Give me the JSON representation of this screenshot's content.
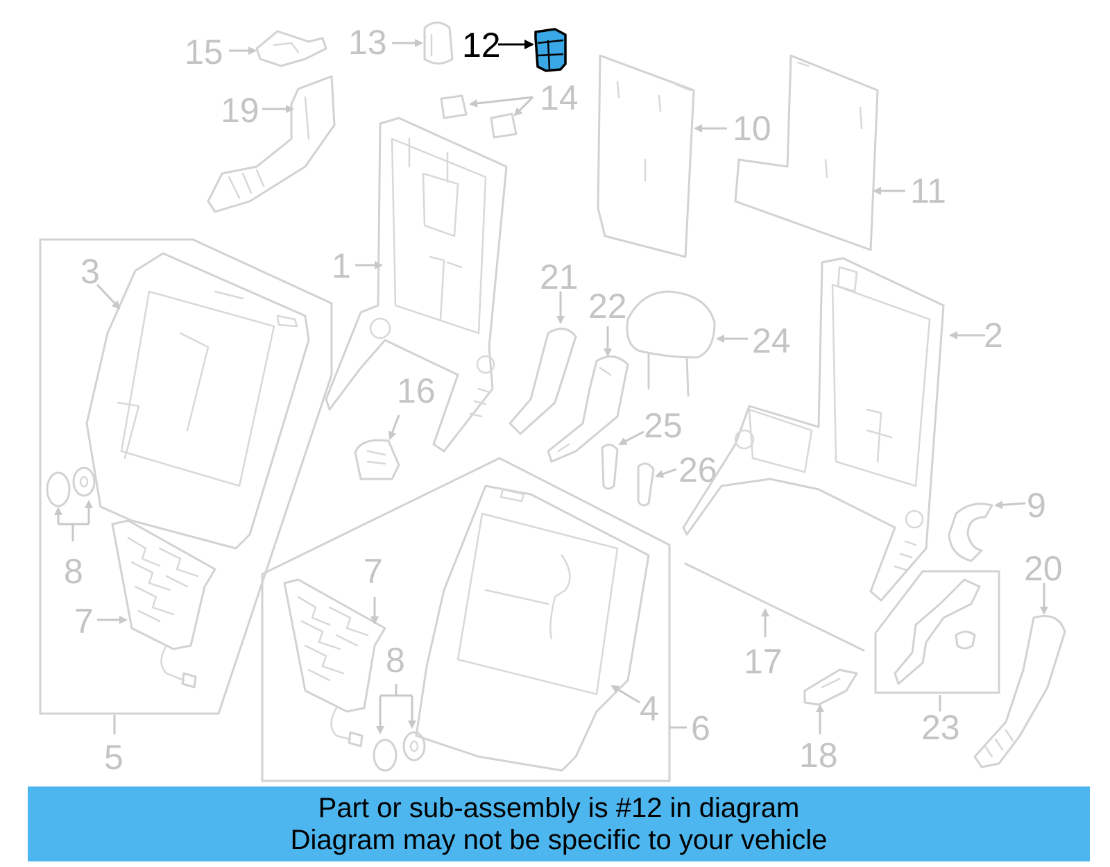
{
  "diagram": {
    "highlight_color": "#3aa8e6",
    "callouts": {
      "c1": "1",
      "c2": "2",
      "c3": "3",
      "c4": "4",
      "c5": "5",
      "c6": "6",
      "c7a": "7",
      "c7b": "7",
      "c8a": "8",
      "c8b": "8",
      "c9": "9",
      "c10": "10",
      "c11": "11",
      "c12": "12",
      "c13": "13",
      "c14": "14",
      "c15": "15",
      "c16": "16",
      "c17": "17",
      "c18": "18",
      "c19": "19",
      "c20": "20",
      "c21": "21",
      "c22": "22",
      "c23": "23",
      "c24": "24",
      "c25": "25",
      "c26": "26"
    }
  },
  "banner": {
    "color": "#4db6ef",
    "line1": "Part or sub-assembly is #12 in diagram",
    "line2": "Diagram may not be specific to your vehicle"
  }
}
